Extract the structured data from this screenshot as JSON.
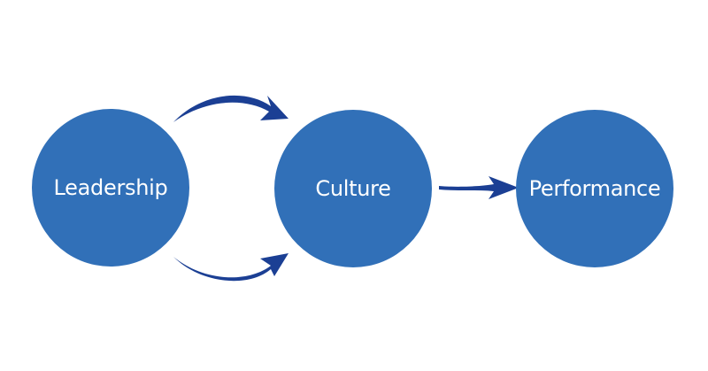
{
  "diagram": {
    "nodes": [
      {
        "label": "Leadership"
      },
      {
        "label": "Culture"
      },
      {
        "label": "Performance"
      }
    ],
    "colors": {
      "node_fill": "#3170b8",
      "arrow_fill": "#1b3f94",
      "label": "#ffffff",
      "background": "#ffffff"
    },
    "edges": [
      {
        "from": "Leadership",
        "to": "Culture",
        "style": "curved-arrow"
      },
      {
        "from": "Leadership",
        "to": "Culture",
        "style": "curved-arrow"
      },
      {
        "from": "Culture",
        "to": "Performance",
        "style": "straight-arrow"
      }
    ]
  }
}
